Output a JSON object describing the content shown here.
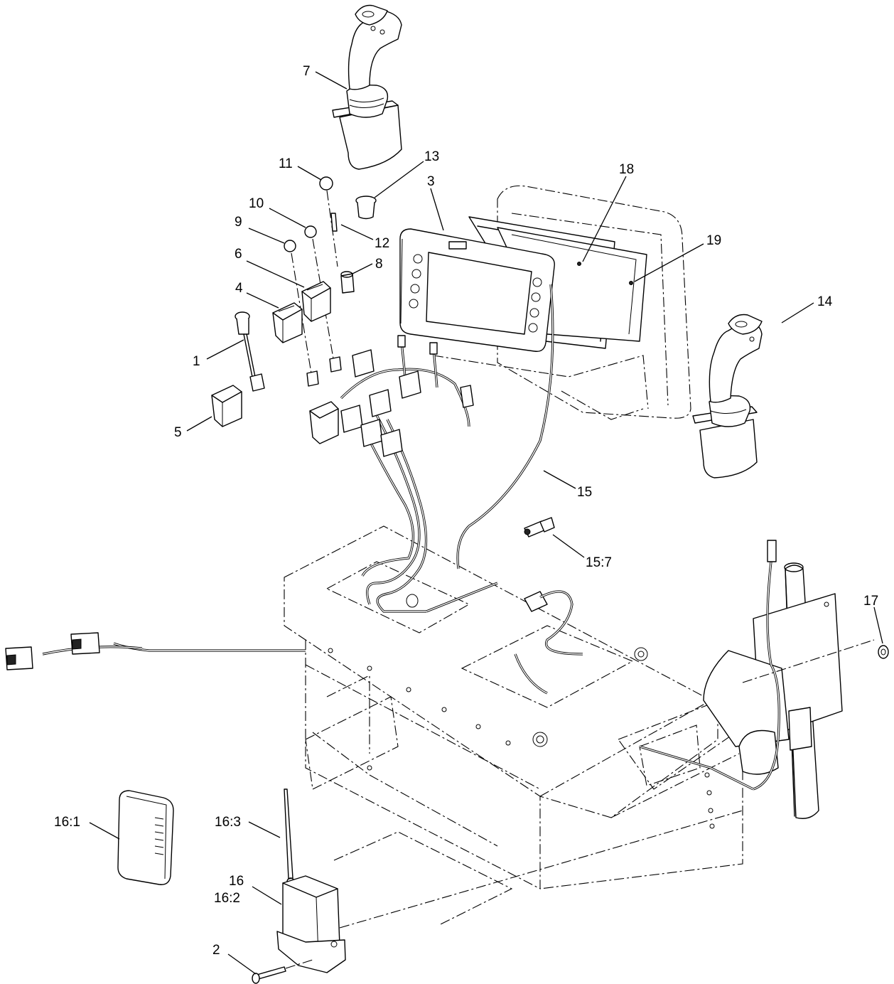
{
  "callouts": [
    {
      "id": "c7",
      "text": "7"
    },
    {
      "id": "c11",
      "text": "11"
    },
    {
      "id": "c13",
      "text": "13"
    },
    {
      "id": "c3",
      "text": "3"
    },
    {
      "id": "c18",
      "text": "18"
    },
    {
      "id": "c10",
      "text": "10"
    },
    {
      "id": "c9",
      "text": "9"
    },
    {
      "id": "c12",
      "text": "12"
    },
    {
      "id": "c19",
      "text": "19"
    },
    {
      "id": "c6",
      "text": "6"
    },
    {
      "id": "c8",
      "text": "8"
    },
    {
      "id": "c4",
      "text": "4"
    },
    {
      "id": "c14",
      "text": "14"
    },
    {
      "id": "c1",
      "text": "1"
    },
    {
      "id": "c5",
      "text": "5"
    },
    {
      "id": "c15",
      "text": "15"
    },
    {
      "id": "c15_7",
      "text": "15:7"
    },
    {
      "id": "c17",
      "text": "17"
    },
    {
      "id": "c16_1",
      "text": "16:1"
    },
    {
      "id": "c16_3",
      "text": "16:3"
    },
    {
      "id": "c16",
      "text": "16"
    },
    {
      "id": "c16_2",
      "text": "16:2"
    },
    {
      "id": "c2",
      "text": "2"
    }
  ]
}
